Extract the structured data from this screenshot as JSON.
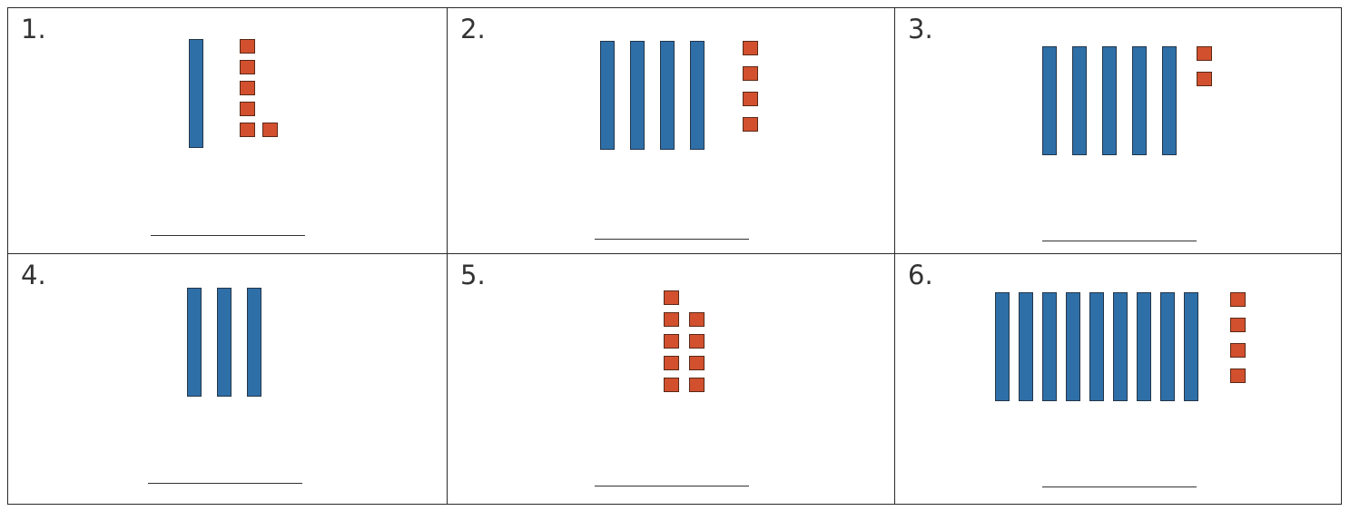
{
  "colors": {
    "ten_rod": "#2e6fa8",
    "one_cube": "#d2502e",
    "grid_line": "#2a2a2a"
  },
  "problems": [
    {
      "number": "1.",
      "tens": 1,
      "ones": 6
    },
    {
      "number": "2.",
      "tens": 4,
      "ones": 4
    },
    {
      "number": "3.",
      "tens": 5,
      "ones": 2
    },
    {
      "number": "4.",
      "tens": 3,
      "ones": 0
    },
    {
      "number": "5.",
      "tens": 0,
      "ones": 9
    },
    {
      "number": "6.",
      "tens": 9,
      "ones": 4
    }
  ]
}
